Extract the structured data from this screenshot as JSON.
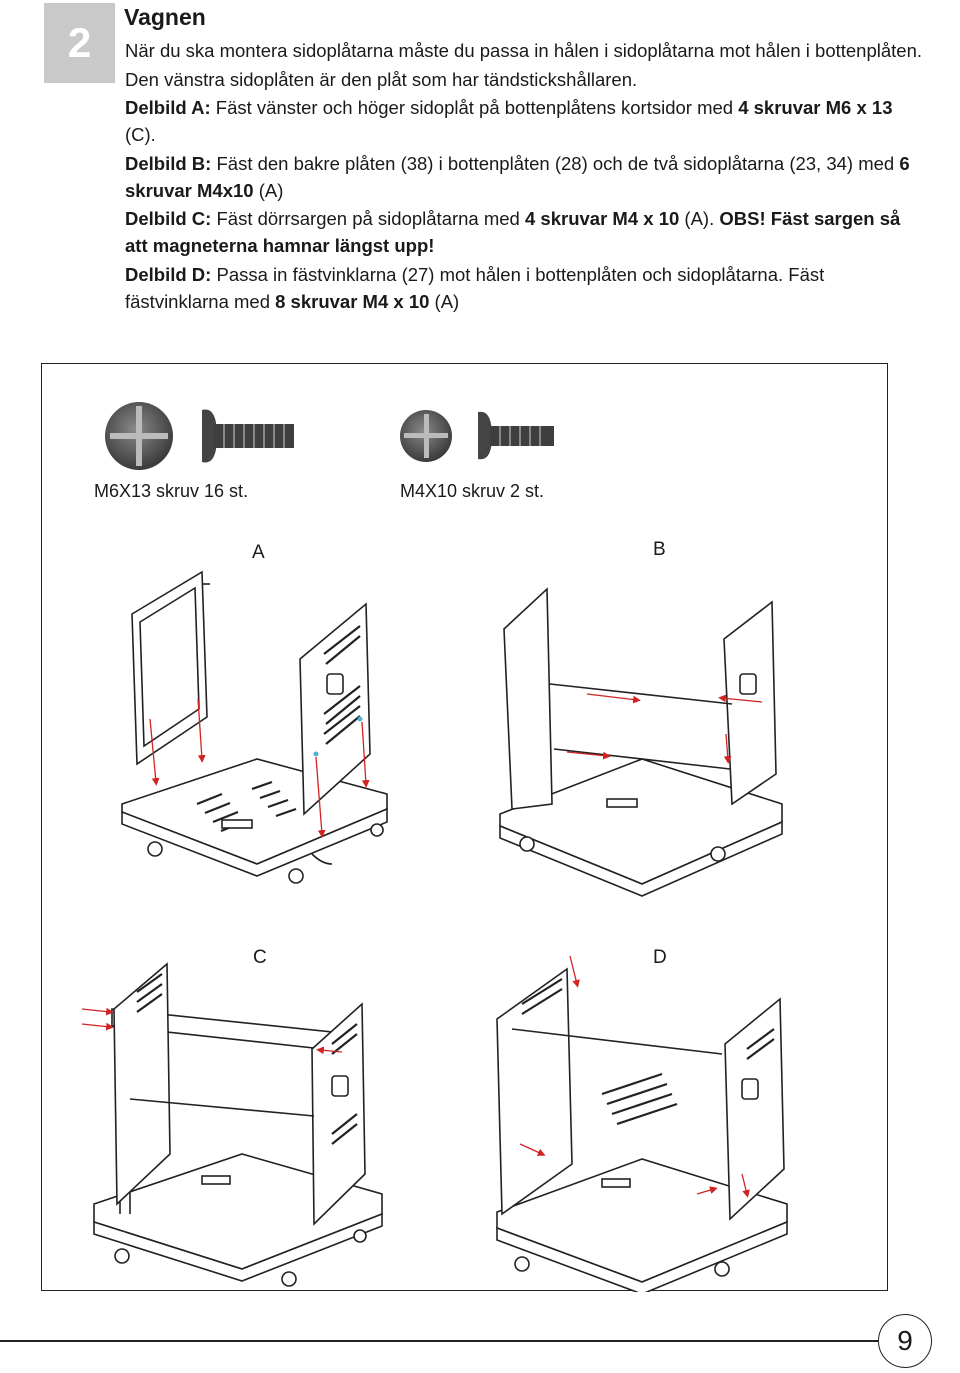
{
  "step": {
    "number": "2",
    "title": "Vagnen"
  },
  "paragraphs": [
    {
      "segments": [
        {
          "text": "När du ska montera sidoplåtarna måste du passa in hålen i sidoplåtarna mot hålen i bottenplåten.",
          "bold": false
        }
      ]
    },
    {
      "segments": [
        {
          "text": "Den vänstra sidoplåten är den plåt som har tändstickshållaren.",
          "bold": false
        }
      ]
    },
    {
      "segments": [
        {
          "text": "Delbild A:",
          "bold": true
        },
        {
          "text": " Fäst vänster och höger sidoplåt på bottenplåtens kortsidor med ",
          "bold": false
        },
        {
          "text": "4 skruvar M6 x 13",
          "bold": true
        },
        {
          "text": " (C).",
          "bold": false
        }
      ]
    },
    {
      "segments": [
        {
          "text": "Delbild B:",
          "bold": true
        },
        {
          "text": " Fäst den bakre plåten (38) i bottenplåten (28) och de två sidoplåtarna (23, 34) med ",
          "bold": false
        },
        {
          "text": "6 skruvar M4x10",
          "bold": true
        },
        {
          "text": " (A)",
          "bold": false
        }
      ]
    },
    {
      "segments": [
        {
          "text": "Delbild C:",
          "bold": true
        },
        {
          "text": " Fäst dörrsargen på sidoplåtarna med ",
          "bold": false
        },
        {
          "text": "4 skruvar M4 x 10",
          "bold": true
        },
        {
          "text": " (A). ",
          "bold": false
        },
        {
          "text": "OBS! Fäst sargen så att magneterna hamnar längst upp!",
          "bold": true
        }
      ]
    },
    {
      "segments": [
        {
          "text": "Delbild D:",
          "bold": true
        },
        {
          "text": " Passa in fästvinklarna (27) mot hålen i bottenplåten och sidoplåtarna. Fäst fästvinklarna med ",
          "bold": false
        },
        {
          "text": "8 skruvar M4 x 10",
          "bold": true
        },
        {
          "text": " (A)",
          "bold": false
        }
      ]
    }
  ],
  "screws": [
    {
      "label": "M6X13 skruv  16 st."
    },
    {
      "label": "M4X10 skruv  2 st."
    }
  ],
  "panels": {
    "a": "A",
    "b": "B",
    "c": "C",
    "d": "D"
  },
  "page_number": "9",
  "colors": {
    "step_box": "#c9c9c9",
    "arrow": "#d22222",
    "screw_accent": "#4fb3d9",
    "line": "#222222"
  }
}
